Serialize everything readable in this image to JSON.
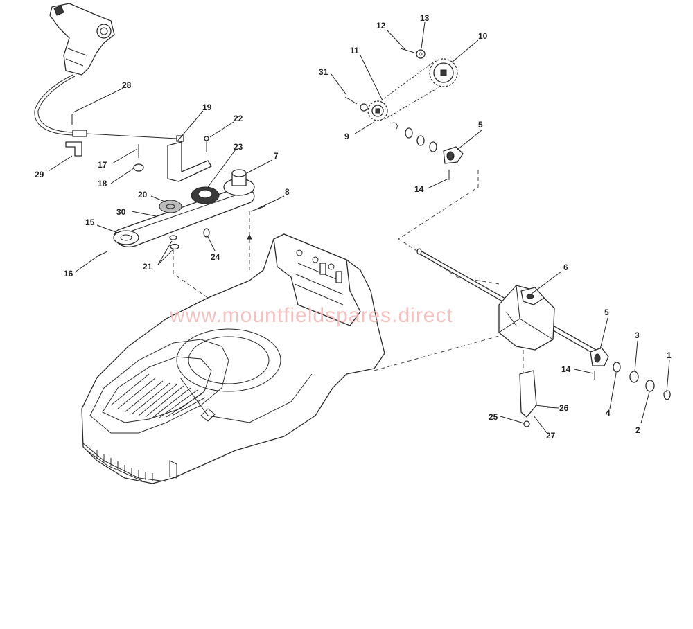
{
  "watermark": "www.mountfieldspares.direct",
  "callouts": [
    {
      "id": "1",
      "label": "1"
    },
    {
      "id": "2",
      "label": "2"
    },
    {
      "id": "3",
      "label": "3"
    },
    {
      "id": "4",
      "label": "4"
    },
    {
      "id": "5a",
      "label": "5"
    },
    {
      "id": "5b",
      "label": "5"
    },
    {
      "id": "6",
      "label": "6"
    },
    {
      "id": "7",
      "label": "7"
    },
    {
      "id": "8",
      "label": "8"
    },
    {
      "id": "9",
      "label": "9"
    },
    {
      "id": "10",
      "label": "10"
    },
    {
      "id": "11",
      "label": "11"
    },
    {
      "id": "12",
      "label": "12"
    },
    {
      "id": "13",
      "label": "13"
    },
    {
      "id": "14a",
      "label": "14"
    },
    {
      "id": "14b",
      "label": "14"
    },
    {
      "id": "15",
      "label": "15"
    },
    {
      "id": "16",
      "label": "16"
    },
    {
      "id": "17",
      "label": "17"
    },
    {
      "id": "18",
      "label": "18"
    },
    {
      "id": "19",
      "label": "19"
    },
    {
      "id": "20",
      "label": "20"
    },
    {
      "id": "21",
      "label": "21"
    },
    {
      "id": "22",
      "label": "22"
    },
    {
      "id": "23",
      "label": "23"
    },
    {
      "id": "24",
      "label": "24"
    },
    {
      "id": "25",
      "label": "25"
    },
    {
      "id": "26",
      "label": "26"
    },
    {
      "id": "27",
      "label": "27"
    },
    {
      "id": "28",
      "label": "28"
    },
    {
      "id": "29",
      "label": "29"
    },
    {
      "id": "30",
      "label": "30"
    },
    {
      "id": "31",
      "label": "31"
    }
  ]
}
